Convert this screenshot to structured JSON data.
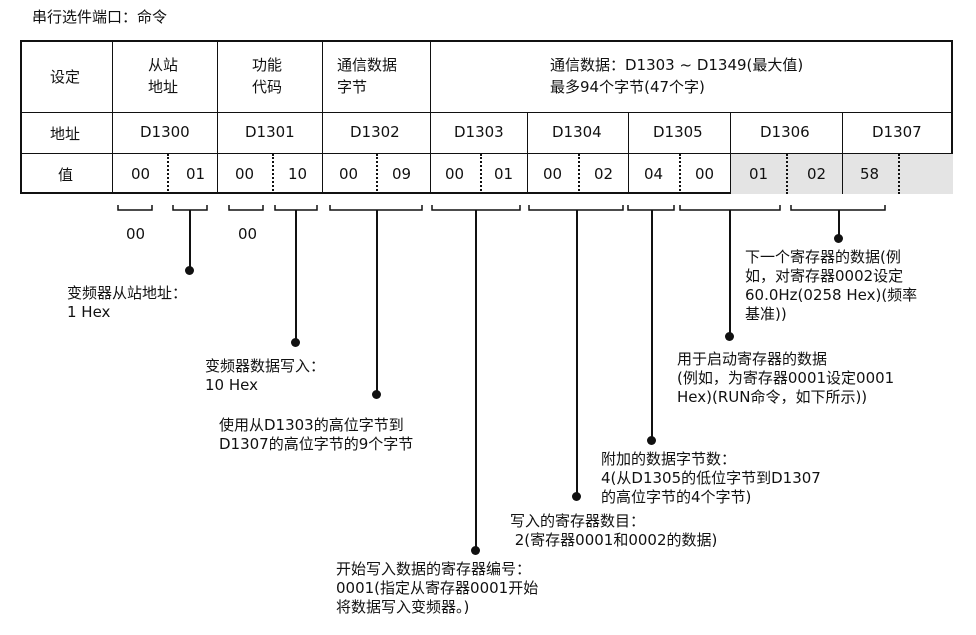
{
  "caption": "串行选件端口：命令",
  "header": {
    "col_setting": "设定",
    "col_slave_line1": "从站",
    "col_slave_line2": "地址",
    "col_func_line1": "功能",
    "col_func_line2": "代码",
    "col_bytes_line1": "通信数据",
    "col_bytes_line2": "字节",
    "col_data_line1": "通信数据：D1303 ~ D1349(最大值)",
    "col_data_line2": "最多94个字节(47个字)"
  },
  "address_row": {
    "label": "地址",
    "cells": [
      "D1300",
      "D1301",
      "D1302",
      "D1303",
      "D1304",
      "D1305",
      "D1306",
      "D1307"
    ]
  },
  "value_row": {
    "label": "值",
    "cells": [
      "00",
      "01",
      "00",
      "10",
      "00",
      "09",
      "00",
      "01",
      "00",
      "02",
      "04",
      "00",
      "01",
      "02",
      "58",
      ""
    ]
  },
  "brace_values": {
    "slave_high": "00",
    "func_high": "00"
  },
  "notes": {
    "slave_l1": "变频器从站地址：",
    "slave_l2": "1 Hex",
    "func_l1": "变频器数据写入：",
    "func_l2": "10 Hex",
    "bytes_l1": "使用从D1303的高位字节到",
    "bytes_l2": "D1307的高位字节的9个字节",
    "start_l1": "开始写入数据的寄存器编号：",
    "start_l2": "0001(指定从寄存器0001开始",
    "start_l3": "将数据写入变频器。)",
    "count_l1": "写入的寄存器数目：",
    "count_l2": " 2(寄存器0001和0002的数据)",
    "extra_l1": "附加的数据字节数：",
    "extra_l2": "4(从D1305的低位字节到D1307",
    "extra_l3": "的高位字节的4个字节)",
    "run_l1": "用于启动寄存器的数据",
    "run_l2": "(例如，为寄存器0001设定0001",
    "run_l3": "Hex)(RUN命令，如下所示))",
    "next_l1": "下一个寄存器的数据(例",
    "next_l2": "如，对寄存器0002设定",
    "next_l3": "60.0Hz(0258 Hex)(频率",
    "next_l4": "基准))"
  }
}
